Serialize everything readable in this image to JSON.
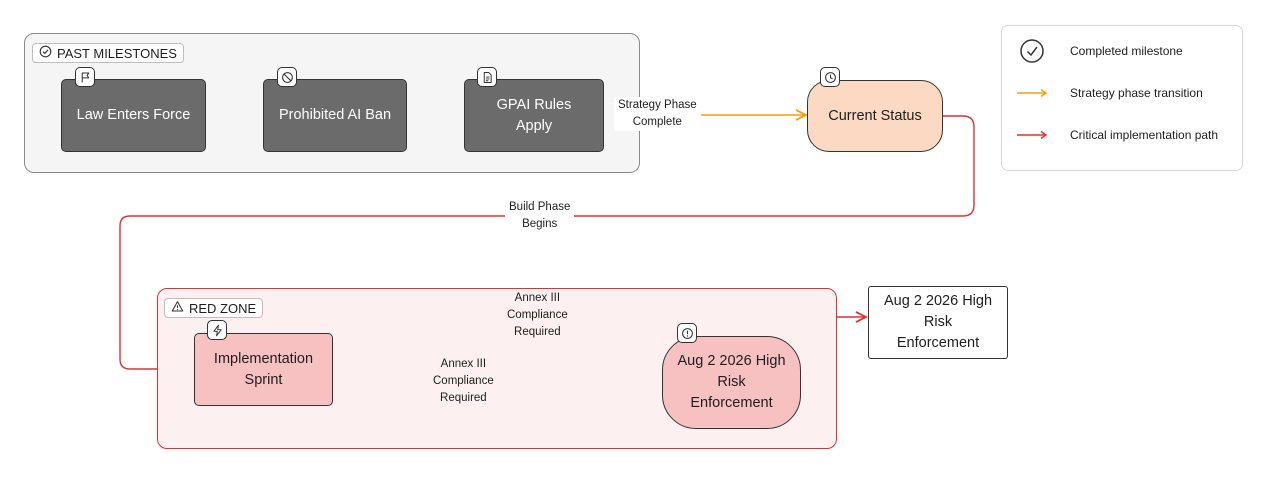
{
  "groups": {
    "past": {
      "label": "PAST MILESTONES"
    },
    "red": {
      "label": "RED ZONE"
    }
  },
  "nodes": {
    "law": "Law Enters Force",
    "prohibited": "Prohibited AI Ban",
    "gpai_line1": "GPAI Rules",
    "gpai_line2": "Apply",
    "current": "Current Status",
    "sprint_line1": "Implementation",
    "sprint_line2": "Sprint",
    "aug_inner_line1": "Aug 2 2026 High",
    "aug_inner_line2": "Risk",
    "aug_inner_line3": "Enforcement",
    "aug_outer_line1": "Aug 2 2026 High",
    "aug_outer_line2": "Risk",
    "aug_outer_line3": "Enforcement"
  },
  "edges": {
    "strategy_line1": "Strategy Phase",
    "strategy_line2": "Complete",
    "build_line1": "Build Phase",
    "build_line2": "Begins",
    "annex_top_line1": "Annex III",
    "annex_top_line2": "Compliance",
    "annex_top_line3": "Required",
    "annex_mid_line1": "Annex III",
    "annex_mid_line2": "Compliance",
    "annex_mid_line3": "Required"
  },
  "legend": {
    "completed": "Completed milestone",
    "strategy": "Strategy phase transition",
    "critical": "Critical implementation path"
  },
  "icons": [
    "check-circle-icon",
    "flag-icon",
    "ban-icon",
    "document-icon",
    "clock-icon",
    "warning-icon",
    "lightning-icon",
    "alert-circle-icon"
  ],
  "colors": {
    "critical": "#e03131",
    "strategy": "#f59f00",
    "completed": "#6b6b6b",
    "current": "#fbd9c2",
    "redzone": "#f8c1c1"
  }
}
